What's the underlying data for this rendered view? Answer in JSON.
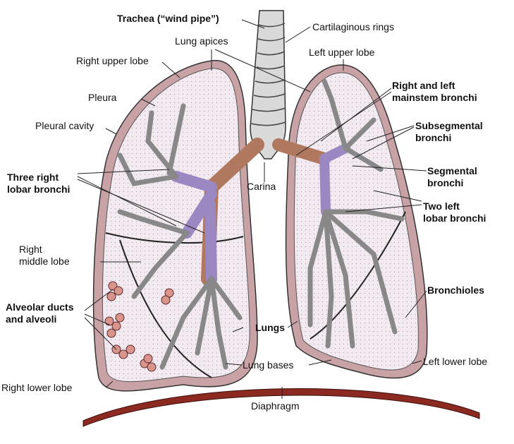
{
  "title": "Lungs anatomy diagram",
  "colors": {
    "pleura": "#c9a2a6",
    "lung_fill": "#f3e9f0",
    "bronchi_main": "#b0785e",
    "lobar": "#9b87c2",
    "diaphragm": "#8c2a22",
    "alveoli": "#d9948c"
  },
  "labels": {
    "trachea": "Trachea (“wind pipe”)",
    "cartilaginous_rings": "Cartilaginous rings",
    "lung_apices": "Lung apices",
    "right_upper_lobe": "Right upper lobe",
    "left_upper_lobe": "Left upper lobe",
    "pleura": "Pleura",
    "pleural_cavity": "Pleural cavity",
    "mainstem_1": "Right and left",
    "mainstem_2": "mainstem bronchi",
    "subsegmental_1": "Subsegmental",
    "subsegmental_2": "bronchi",
    "three_right_1": "Three right",
    "three_right_2": "lobar bronchi",
    "carina": "Carina",
    "segmental_1": "Segmental",
    "segmental_2": "bronchi",
    "two_left_1": "Two left",
    "two_left_2": "lobar bronchi",
    "right_middle_1": "Right",
    "right_middle_2": "middle lobe",
    "bronchioles": "Bronchioles",
    "alveolar_1": "Alveolar ducts",
    "alveolar_2": "and alveoli",
    "lungs": "Lungs",
    "lung_bases": "Lung bases",
    "left_lower_lobe": "Left lower lobe",
    "right_lower_lobe": "Right lower lobe",
    "diaphragm": "Diaphragm"
  }
}
